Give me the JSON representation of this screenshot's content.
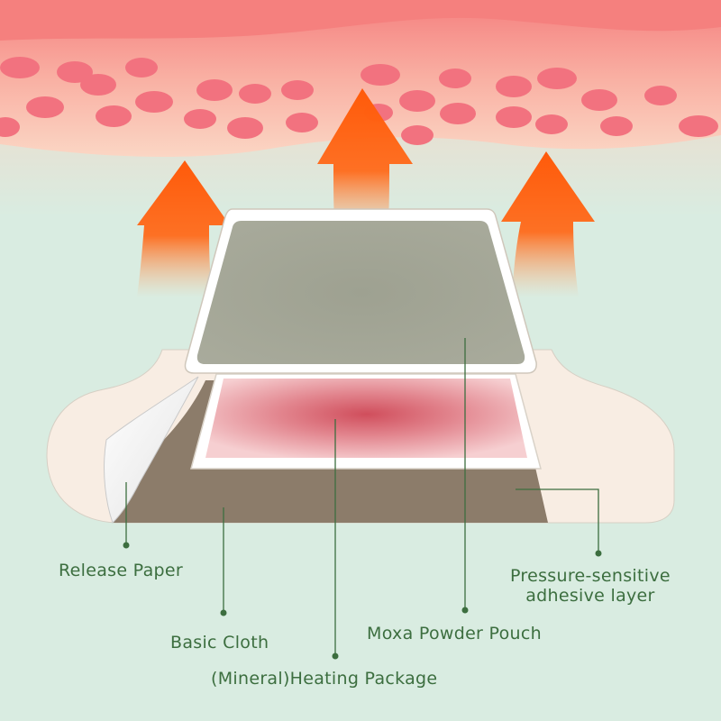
{
  "labels": {
    "release_paper": "Release Paper",
    "basic_cloth": "Basic Cloth",
    "heating_package": "(Mineral)Heating Package",
    "moxa_pouch": "Moxa Powder Pouch",
    "adhesive_line1": "Pressure-sensitive",
    "adhesive_line2": "adhesive layer"
  },
  "colors": {
    "background": "#d9ece1",
    "skin": "#f6a7a0",
    "skin_cells": "#f2727f",
    "arrows": "#ff5a10",
    "base_cloth": "#f8ede3",
    "adhesive_shadow": "#8c7c6a",
    "moxa_pouch": "#a2a596",
    "heating_pad": "#d45a66",
    "label_text": "#3c6e3f"
  }
}
